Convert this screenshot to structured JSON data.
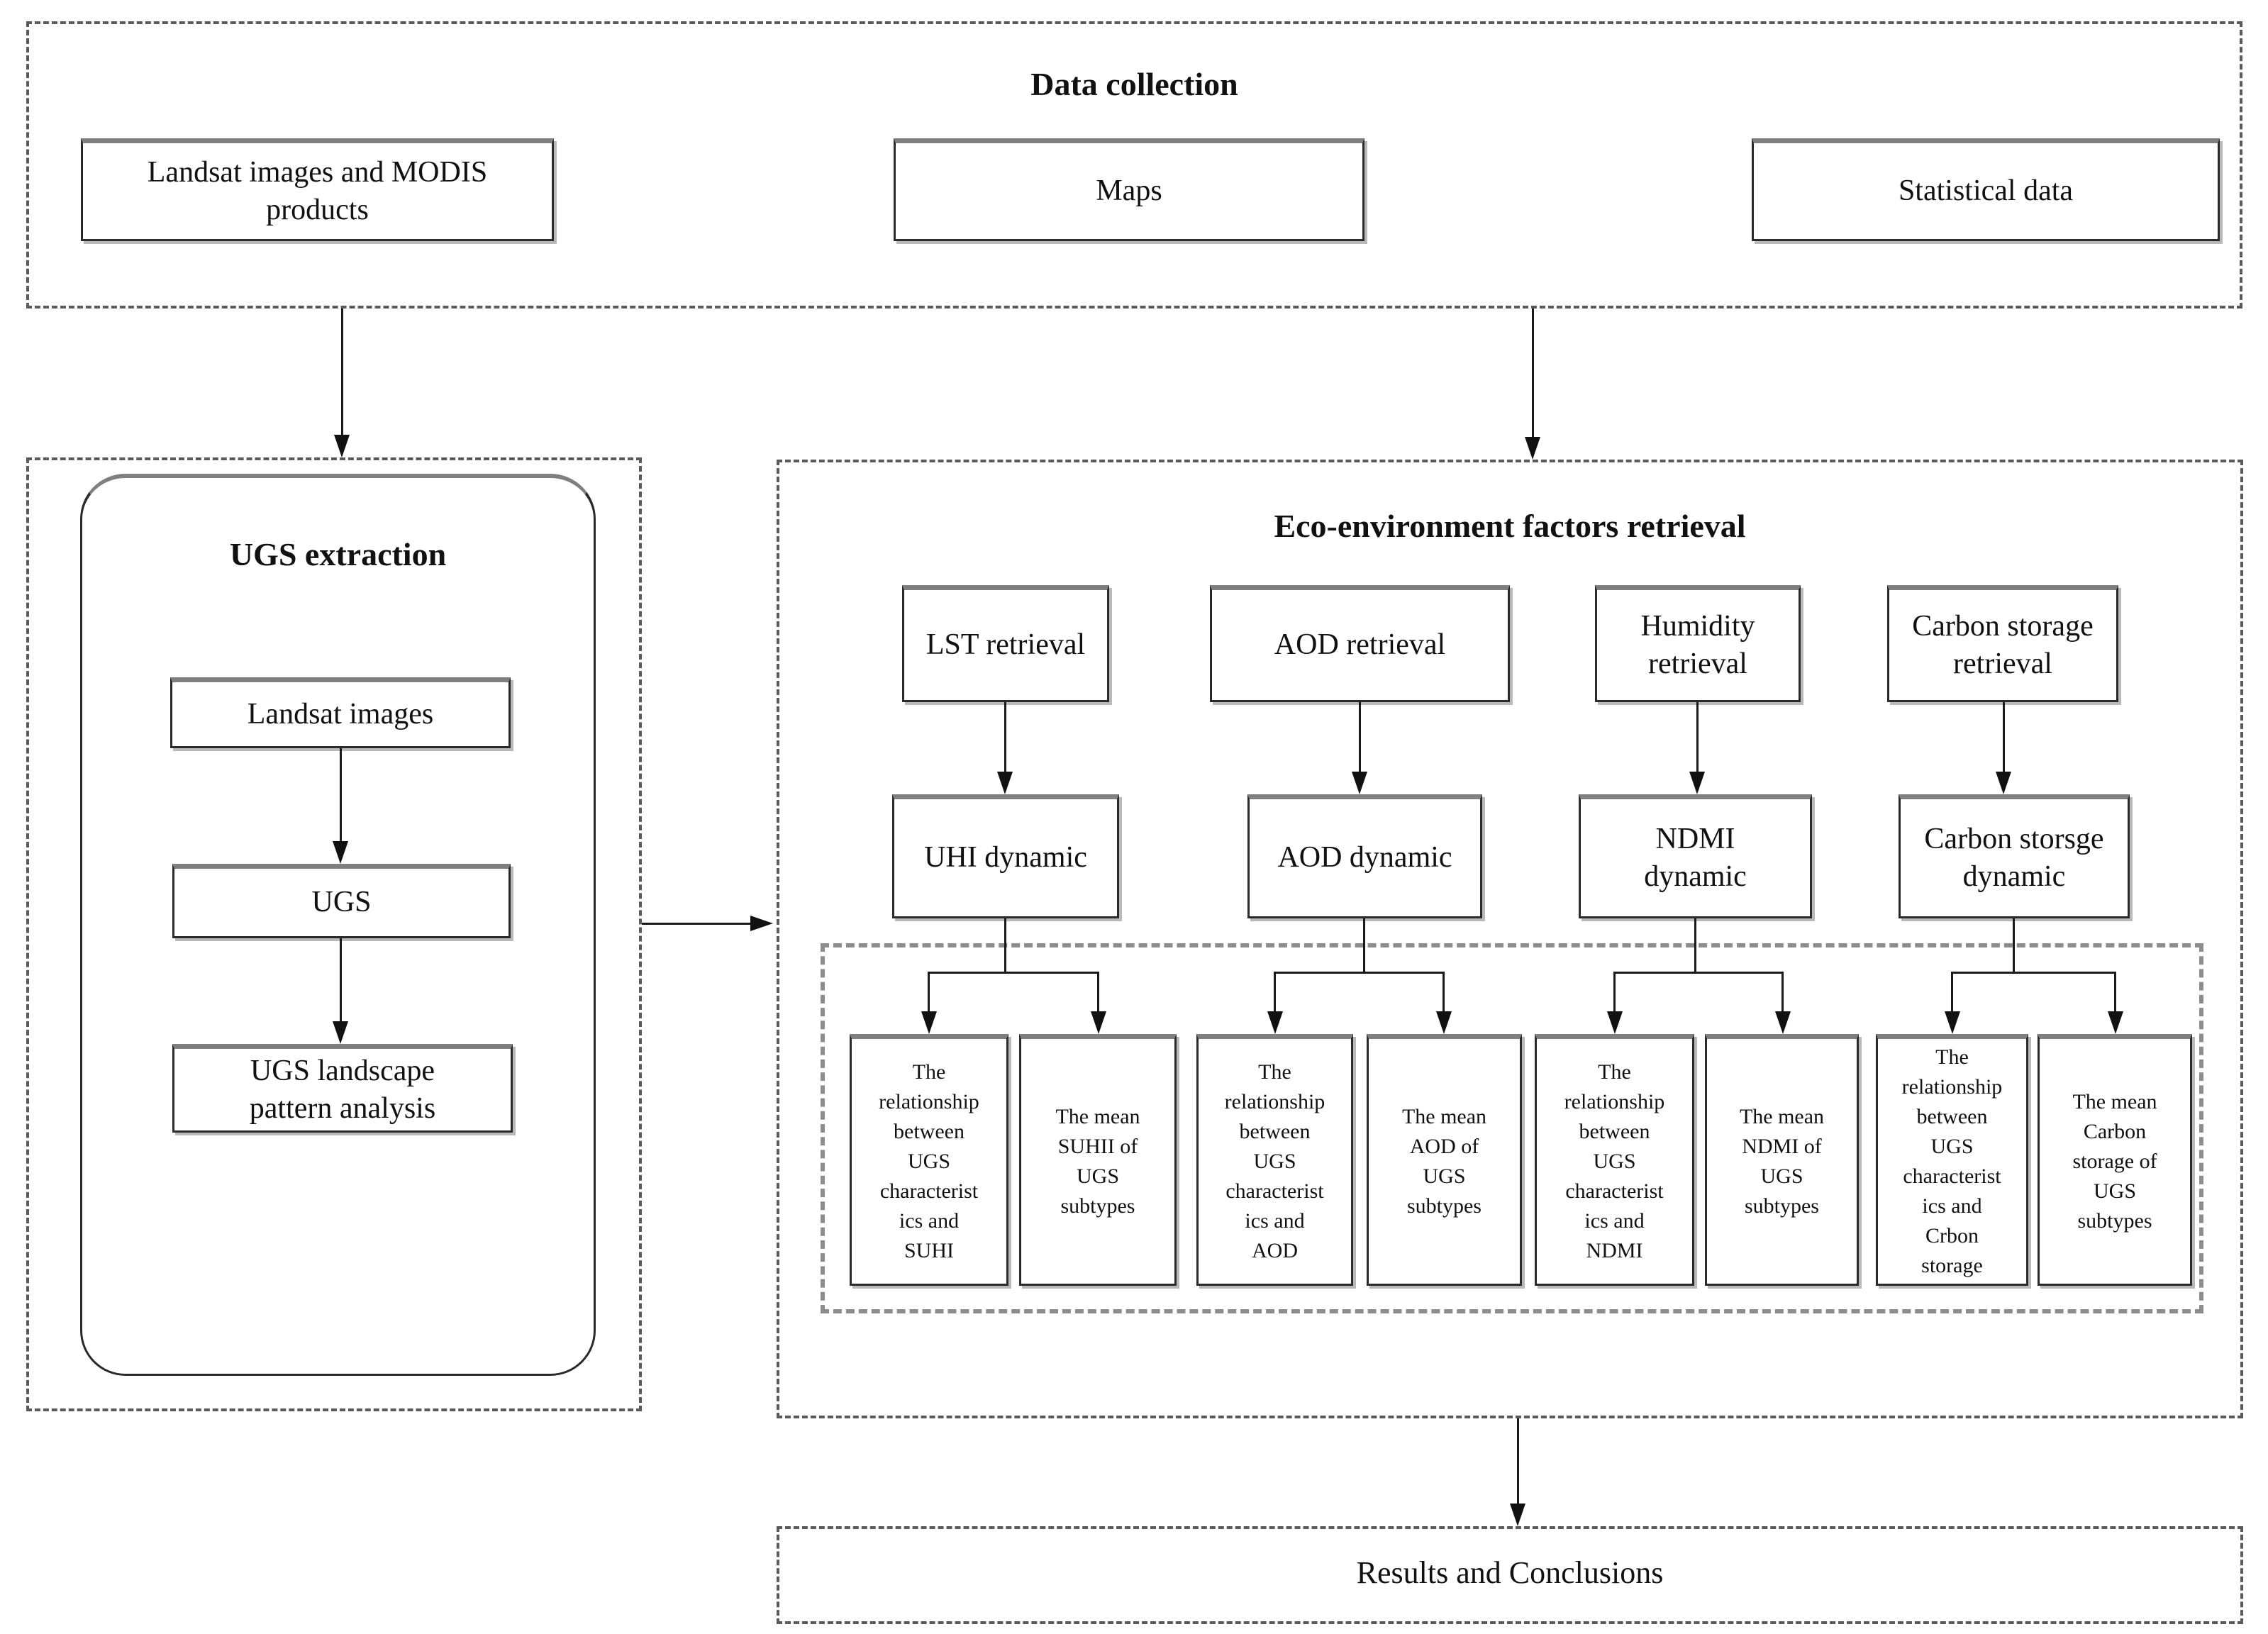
{
  "colors": {
    "line": "#1a1a1a",
    "box_border": "#2a2a2a",
    "box_top_edge": "#7f7f7f",
    "dashed_border": "#5a5a5a",
    "inner_dashed_border": "#8d8d8d",
    "background": "#ffffff"
  },
  "data_collection": {
    "title": "Data collection",
    "sources": [
      {
        "label": "Landsat images and MODIS\nproducts"
      },
      {
        "label": "Maps"
      },
      {
        "label": "Statistical data"
      }
    ]
  },
  "ugs_extraction": {
    "title": "UGS extraction",
    "steps": [
      {
        "label": "Landsat images"
      },
      {
        "label": "UGS"
      },
      {
        "label": "UGS landscape\npattern analysis"
      }
    ]
  },
  "eco_retrieval": {
    "title": "Eco-environment factors retrieval",
    "columns": [
      {
        "retrieval": "LST retrieval",
        "dynamic": "UHI dynamic",
        "outputs": [
          "The\nrelationship\nbetween\nUGS\ncharacterist\nics and\nSUHI",
          "The mean\nSUHII of\nUGS\nsubtypes"
        ]
      },
      {
        "retrieval": "AOD retrieval",
        "dynamic": "AOD dynamic",
        "outputs": [
          "The\nrelationship\nbetween\nUGS\ncharacterist\nics and\nAOD",
          "The mean\nAOD of\nUGS\nsubtypes"
        ]
      },
      {
        "retrieval": "Humidity\nretrieval",
        "dynamic": "NDMI\ndynamic",
        "outputs": [
          "The\nrelationship\nbetween\nUGS\ncharacterist\nics and\nNDMI",
          "The mean\nNDMI of\nUGS\nsubtypes"
        ]
      },
      {
        "retrieval": "Carbon storage\nretrieval",
        "dynamic": "Carbon storsge\ndynamic",
        "outputs": [
          "The\nrelationship\nbetween\nUGS\ncharacterist\nics and\nCrbon\nstorage",
          "The mean\nCarbon\nstorage of\nUGS\nsubtypes"
        ]
      }
    ]
  },
  "results": {
    "title": "Results and Conclusions"
  }
}
